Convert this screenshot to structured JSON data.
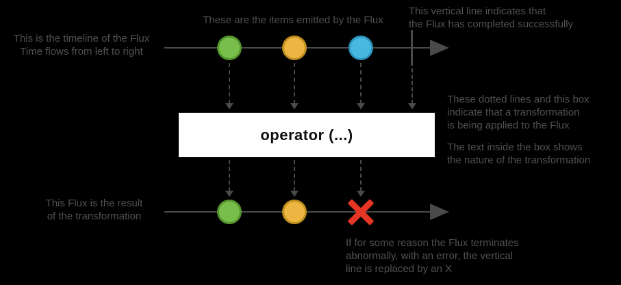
{
  "colors": {
    "background": "#000000",
    "annotation_text": "#515151",
    "line": "#4a4a4a",
    "marble_green_fill": "#77bf4a",
    "marble_green_border": "#55952f",
    "marble_yellow_fill": "#edb541",
    "marble_yellow_border": "#bf8f1f",
    "marble_blue_fill": "#47b8e0",
    "marble_blue_border": "#2e93bb",
    "error_x": "#e53525",
    "operator_box_bg": "#ffffff",
    "operator_box_border": "#000000",
    "operator_text": "#111111"
  },
  "annotations": {
    "timeline": "This is the timeline of the Flux\nTime flows from left to right",
    "items": "These are the items emitted by the Flux",
    "completion": "This vertical line indicates that\nthe Flux has completed successfully",
    "transformation": "These dotted lines and this box\nindicate that a transformation\nis being applied to the Flux",
    "box_text": "The text inside the box shows\nthe nature of the transformation",
    "result": "This Flux is the result\nof the transformation",
    "error": "If for some reason the Flux terminates\nabnormally, with an error, the vertical\nline is replaced by an X"
  },
  "operator": {
    "label": "operator (...)"
  },
  "top_timeline": {
    "items": [
      "green-circle",
      "yellow-circle",
      "blue-circle"
    ],
    "termination": "completed"
  },
  "bottom_timeline": {
    "items": [
      "green-circle",
      "yellow-circle"
    ],
    "termination": "error"
  }
}
